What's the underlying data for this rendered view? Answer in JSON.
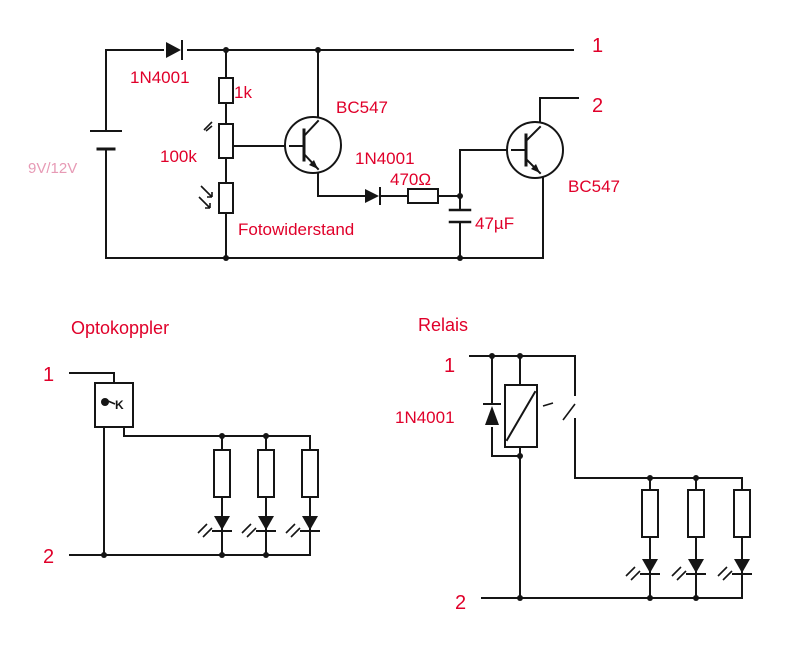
{
  "colors": {
    "label": "#e0002a",
    "label_faint": "#e79ab5",
    "wire": "#151515",
    "background": "#ffffff"
  },
  "top_circuit": {
    "supply": "9V/12V",
    "diode_main": "1N4001",
    "r_top": "1k",
    "pot": "100k",
    "transistor_1": "BC547",
    "diode_mid": "1N4001",
    "resistor_mid": "470Ω",
    "ldr": "Fotowiderstand",
    "capacitor": "47µF",
    "transistor_2": "BC547",
    "out_1": "1",
    "out_2": "2"
  },
  "optocoupler_circuit": {
    "title": "Optokoppler",
    "in_1": "1",
    "in_2": "2",
    "chip_mark": "K"
  },
  "relay_circuit": {
    "title": "Relais",
    "in_1": "1",
    "in_2": "2",
    "diode": "1N4001"
  }
}
